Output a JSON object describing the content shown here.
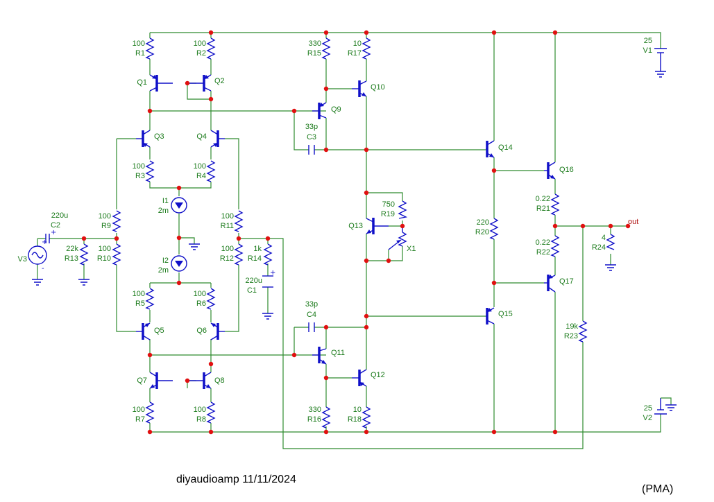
{
  "caption": {
    "title": "diyaudioamp 11/11/2024",
    "tag": "(PMA)"
  },
  "components": {
    "R1": "100",
    "R2": "100",
    "R3": "100",
    "R4": "100",
    "R5": "100",
    "R6": "100",
    "R7": "100",
    "R8": "100",
    "R9": "100",
    "R10": "100",
    "R11": "100",
    "R12": "100",
    "R13": "22k",
    "R14": "1k",
    "R15": "330",
    "R16": "330",
    "R17": "10",
    "R18": "10",
    "R19": "750",
    "R20": "220",
    "R21": "0.22",
    "R22": "0.22",
    "R23": "19k",
    "R24": "4",
    "C1": "220u",
    "C2": "220u",
    "C3": "33p",
    "C4": "33p",
    "I1": "2m",
    "I2": "2m",
    "V1": "25",
    "V2": "25"
  },
  "net_labels": {
    "out": "out"
  },
  "wire_color": "#2e8b2e",
  "component_color": "#1010c8",
  "node_color": "#e01010",
  "label_color": "#1a7a1a"
}
